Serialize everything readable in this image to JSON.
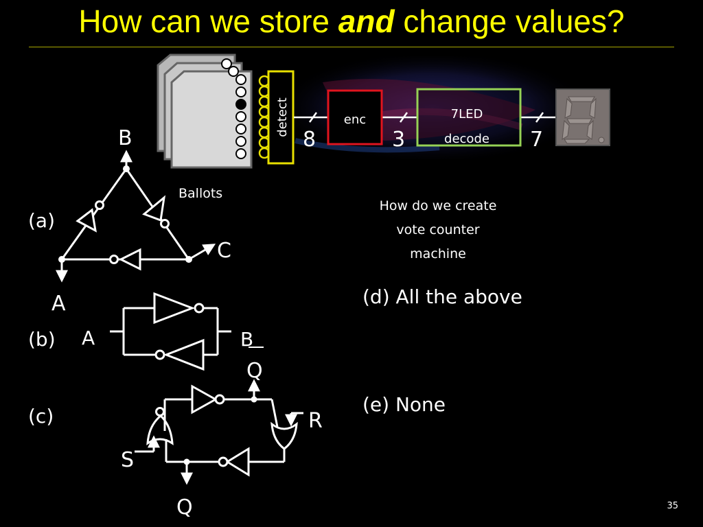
{
  "title": {
    "prefix": "How can we store ",
    "emphasis": "and",
    "suffix": " change values?"
  },
  "pipeline": {
    "detect": "detect",
    "enc": "enc",
    "decode_line1": "7LED",
    "decode_line2": "decode",
    "bus_widths": [
      "8",
      "3",
      "7"
    ],
    "ballots": "Ballots"
  },
  "question": {
    "line1": "How do we create",
    "line2": "vote counter",
    "line3": "machine"
  },
  "options": {
    "a": "(a)",
    "b": "(b)",
    "c": "(c)",
    "d": "(d) All the above",
    "e": "(e) None"
  },
  "circuit_a": {
    "top": "B",
    "right": "C",
    "left": "A"
  },
  "circuit_b": {
    "in": "A",
    "out": "B"
  },
  "circuit_c": {
    "q_top": "Q",
    "r": "R",
    "s": "S",
    "q_bottom": "Q"
  },
  "page_number": "35",
  "colors": {
    "title": "#ffff00",
    "detect_border": "#e8e000",
    "enc_border": "#e0141e",
    "decode_border": "#96d255",
    "background": "#000000"
  }
}
